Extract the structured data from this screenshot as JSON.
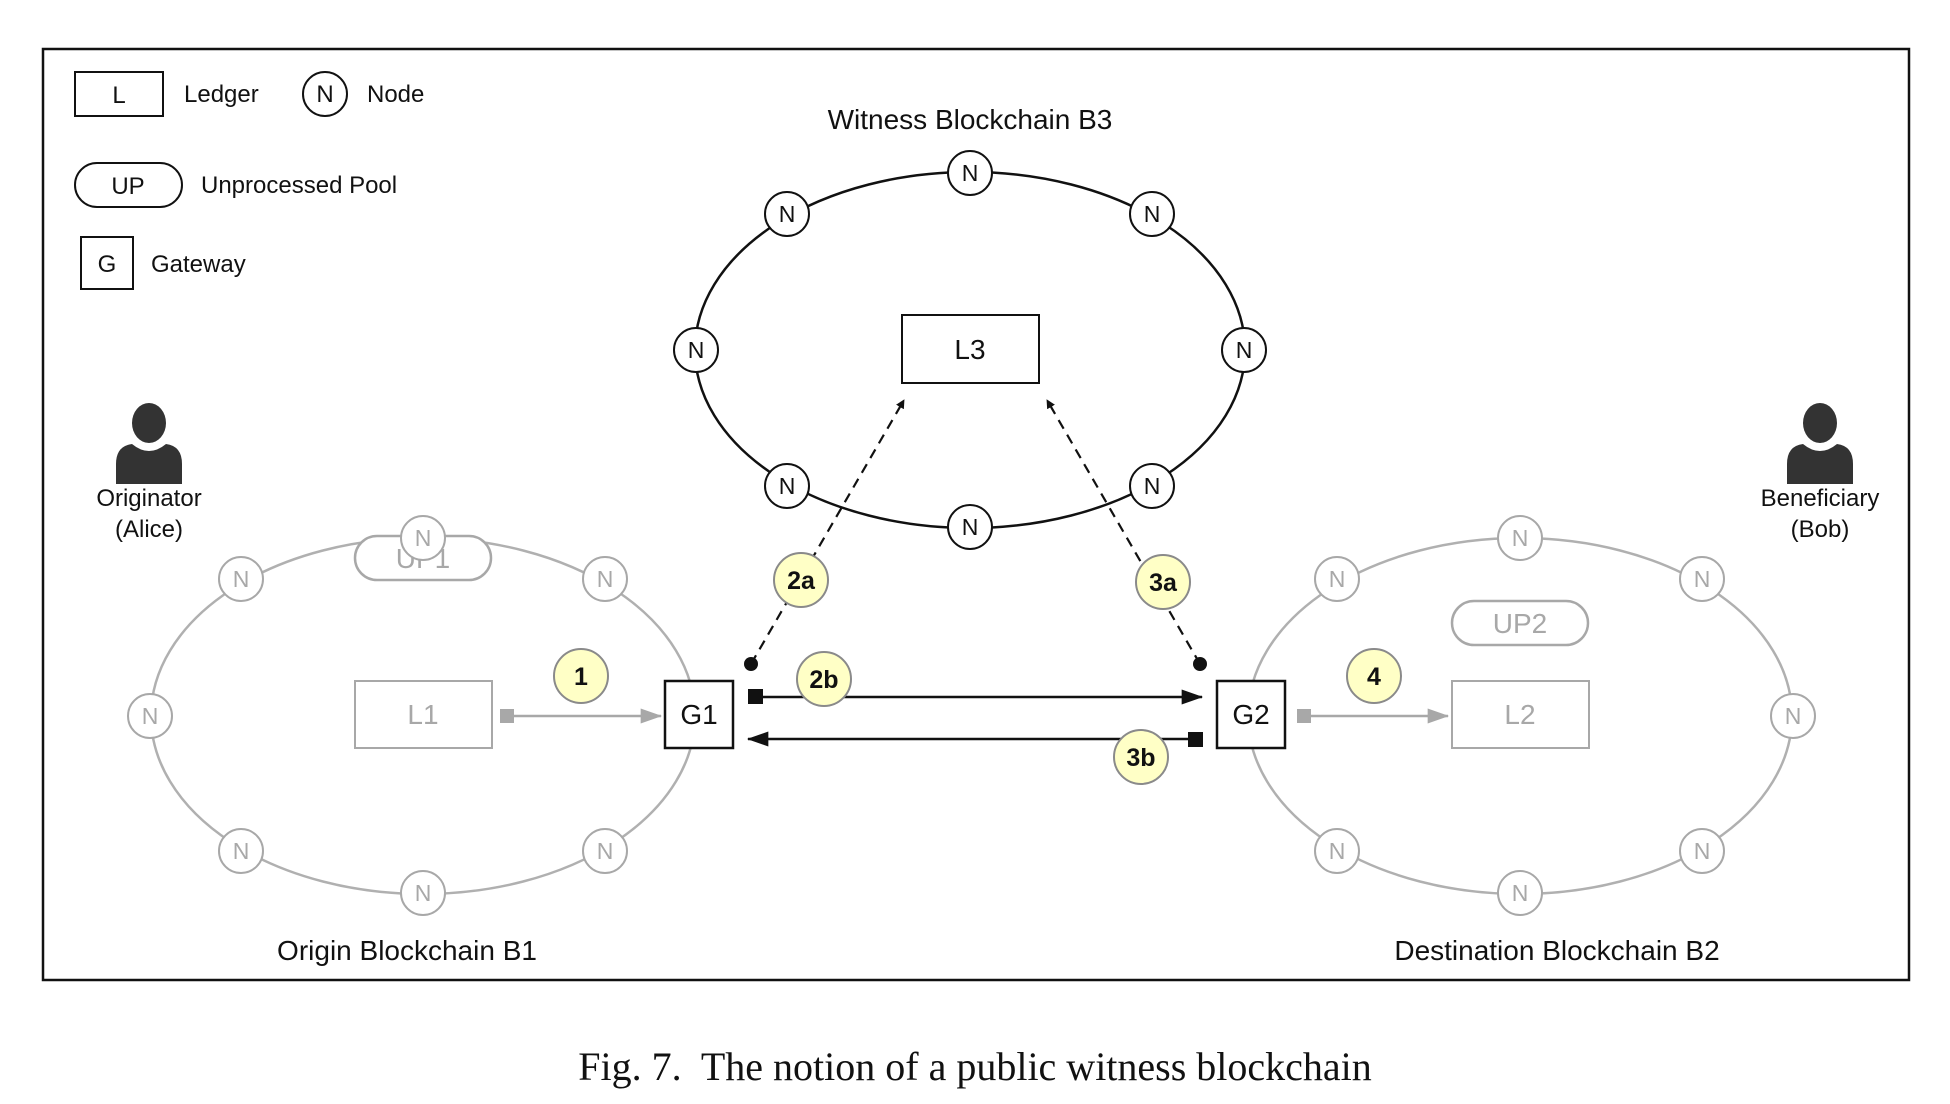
{
  "legend": {
    "ledger_symbol": "L",
    "ledger_label": "Ledger",
    "node_symbol": "N",
    "node_label": "Node",
    "pool_symbol": "UP",
    "pool_label": "Unprocessed Pool",
    "gateway_symbol": "G",
    "gateway_label": "Gateway"
  },
  "witness": {
    "title": "Witness Blockchain B3",
    "ledger": "L3",
    "node": "N"
  },
  "origin": {
    "title": "Origin Blockchain B1",
    "ledger": "L1",
    "pool": "UP1",
    "gateway": "G1",
    "node": "N"
  },
  "destination": {
    "title": "Destination Blockchain B2",
    "ledger": "L2",
    "pool": "UP2",
    "gateway": "G2",
    "node": "N"
  },
  "originator": {
    "line1": "Originator",
    "line2": "(Alice)"
  },
  "beneficiary": {
    "line1": "Beneficiary",
    "line2": "(Bob)"
  },
  "steps": {
    "s1": "1",
    "s2a": "2a",
    "s2b": "2b",
    "s3a": "3a",
    "s3b": "3b",
    "s4": "4"
  },
  "caption": "Fig. 7.  The notion of a public witness blockchain",
  "colors": {
    "step_fill": "#ffffc6",
    "inactive_gray": "#a8a8a8",
    "ink": "#111111"
  }
}
